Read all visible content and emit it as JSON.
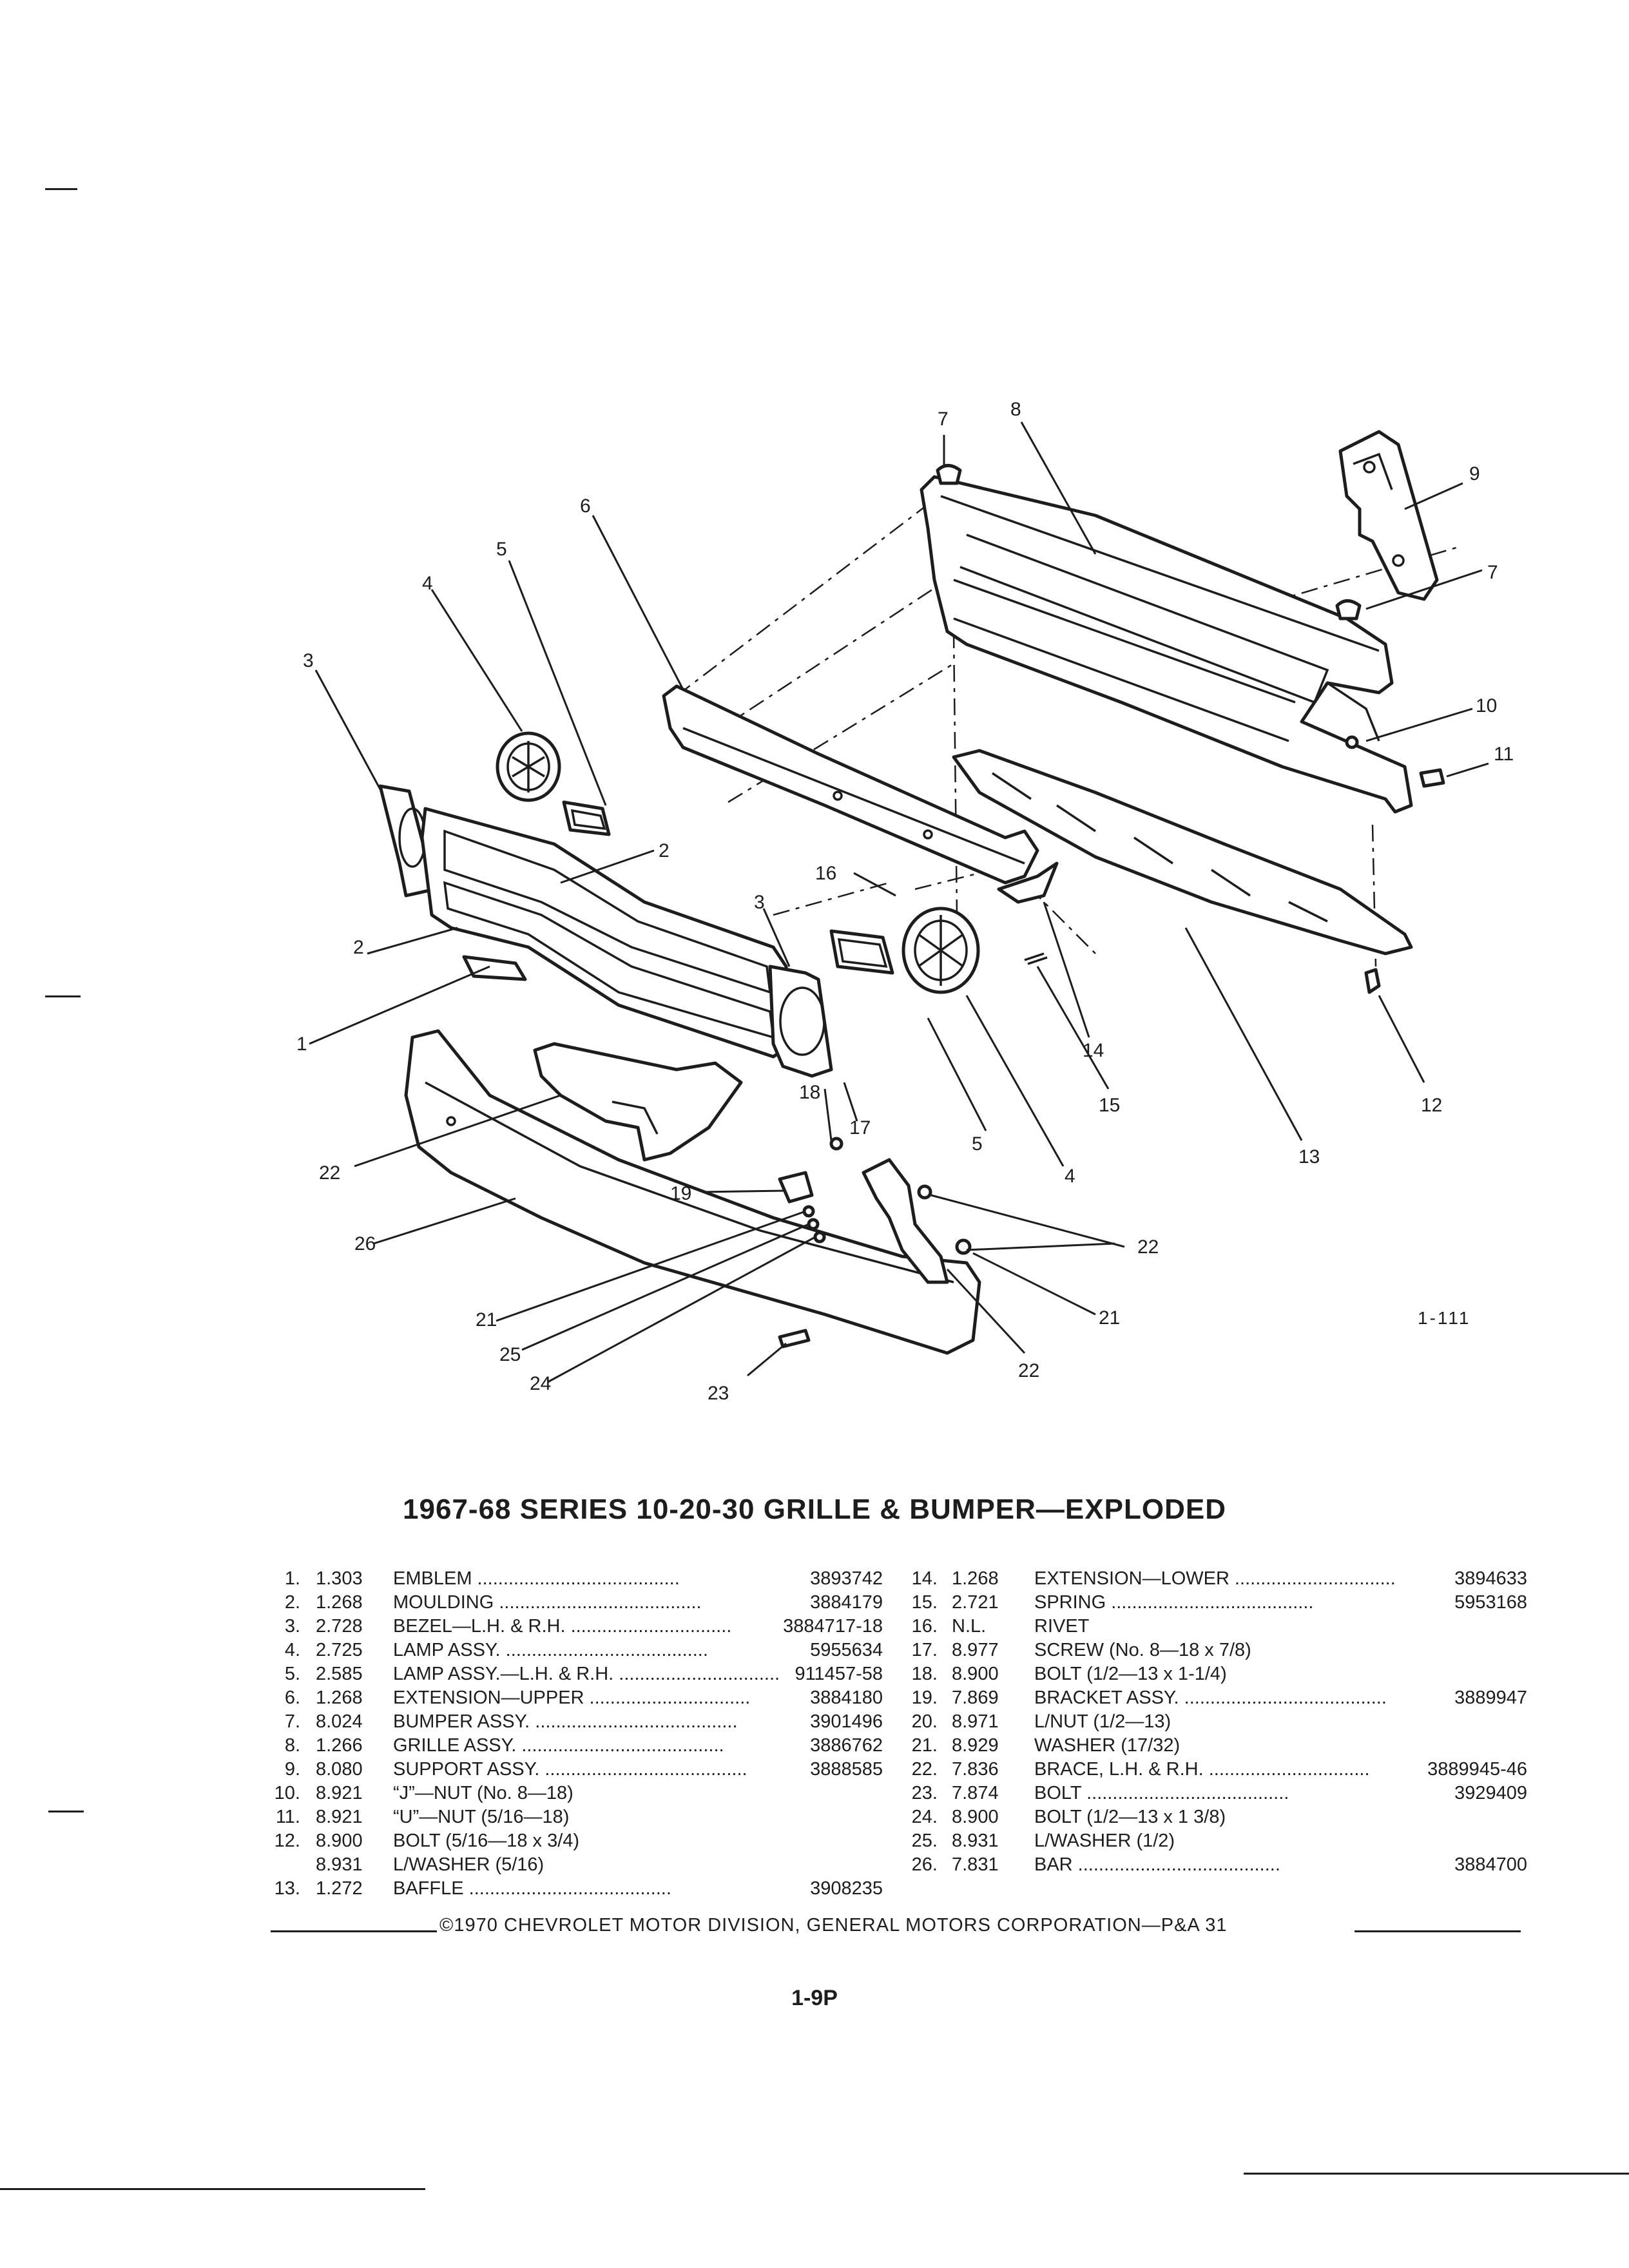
{
  "diagram": {
    "callouts": {
      "c1": "1",
      "c2a": "2",
      "c2b": "2",
      "c3a": "3",
      "c3b": "3",
      "c4a": "4",
      "c4b": "4",
      "c5a": "5",
      "c5b": "5",
      "c6": "6",
      "c7a": "7",
      "c7b": "7",
      "c8": "8",
      "c9": "9",
      "c10": "10",
      "c11": "11",
      "c12": "12",
      "c13": "13",
      "c14": "14",
      "c15": "15",
      "c16": "16",
      "c17": "17",
      "c18": "18",
      "c19": "19",
      "c21a": "21",
      "c21b": "21",
      "c22a": "22",
      "c22b": "22",
      "c22c": "22",
      "c23": "23",
      "c24": "24",
      "c25": "25",
      "c26": "26"
    },
    "figure_ref": "1-111"
  },
  "title": "1967-68 SERIES 10-20-30 GRILLE & BUMPER—EXPLODED",
  "parts_left": [
    {
      "no": "1.",
      "group": "1.303",
      "desc": "EMBLEM .......................................",
      "part": "3893742"
    },
    {
      "no": "2.",
      "group": "1.268",
      "desc": "MOULDING .......................................",
      "part": "3884179"
    },
    {
      "no": "3.",
      "group": "2.728",
      "desc": "BEZEL—L.H. & R.H. ...............................",
      "part": "3884717-18"
    },
    {
      "no": "4.",
      "group": "2.725",
      "desc": "LAMP ASSY. .......................................",
      "part": "5955634"
    },
    {
      "no": "5.",
      "group": "2.585",
      "desc": "LAMP ASSY.—L.H. & R.H. ...............................",
      "part": "911457-58"
    },
    {
      "no": "6.",
      "group": "1.268",
      "desc": "EXTENSION—UPPER ...............................",
      "part": "3884180"
    },
    {
      "no": "7.",
      "group": "8.024",
      "desc": "BUMPER ASSY. .......................................",
      "part": "3901496"
    },
    {
      "no": "8.",
      "group": "1.266",
      "desc": "GRILLE ASSY. .......................................",
      "part": "3886762"
    },
    {
      "no": "9.",
      "group": "8.080",
      "desc": "SUPPORT ASSY. .......................................",
      "part": "3888585"
    },
    {
      "no": "10.",
      "group": "8.921",
      "desc": "“J”—NUT (No. 8—18)",
      "part": ""
    },
    {
      "no": "11.",
      "group": "8.921",
      "desc": "“U”—NUT (5/16—18)",
      "part": ""
    },
    {
      "no": "12.",
      "group": "8.900",
      "desc": "BOLT (5/16—18 x 3/4)",
      "part": ""
    },
    {
      "no": "",
      "group": "8.931",
      "desc": "L/WASHER (5/16)",
      "part": ""
    },
    {
      "no": "13.",
      "group": "1.272",
      "desc": "BAFFLE .......................................",
      "part": "3908235"
    }
  ],
  "parts_right": [
    {
      "no": "14.",
      "group": "1.268",
      "desc": "EXTENSION—LOWER ...............................",
      "part": "3894633"
    },
    {
      "no": "15.",
      "group": "2.721",
      "desc": "SPRING .......................................",
      "part": "5953168"
    },
    {
      "no": "16.",
      "group": "N.L.",
      "desc": "RIVET",
      "part": ""
    },
    {
      "no": "17.",
      "group": "8.977",
      "desc": "SCREW (No. 8—18 x 7/8)",
      "part": ""
    },
    {
      "no": "18.",
      "group": "8.900",
      "desc": "BOLT (1/2—13 x 1-1/4)",
      "part": ""
    },
    {
      "no": "19.",
      "group": "7.869",
      "desc": "BRACKET ASSY. .......................................",
      "part": "3889947"
    },
    {
      "no": "20.",
      "group": "8.971",
      "desc": "L/NUT (1/2—13)",
      "part": ""
    },
    {
      "no": "21.",
      "group": "8.929",
      "desc": "WASHER (17/32)",
      "part": ""
    },
    {
      "no": "22.",
      "group": "7.836",
      "desc": "BRACE, L.H. & R.H. ...............................",
      "part": "3889945-46"
    },
    {
      "no": "23.",
      "group": "7.874",
      "desc": "BOLT .......................................",
      "part": "3929409"
    },
    {
      "no": "24.",
      "group": "8.900",
      "desc": "BOLT (1/2—13 x 1 3/8)",
      "part": ""
    },
    {
      "no": "25.",
      "group": "8.931",
      "desc": "L/WASHER (1/2)",
      "part": ""
    },
    {
      "no": "26.",
      "group": "7.831",
      "desc": "BAR .......................................",
      "part": "3884700"
    }
  ],
  "footer": "©1970 CHEVROLET MOTOR DIVISION, GENERAL MOTORS CORPORATION—P&A 31",
  "page_number": "1-9P"
}
